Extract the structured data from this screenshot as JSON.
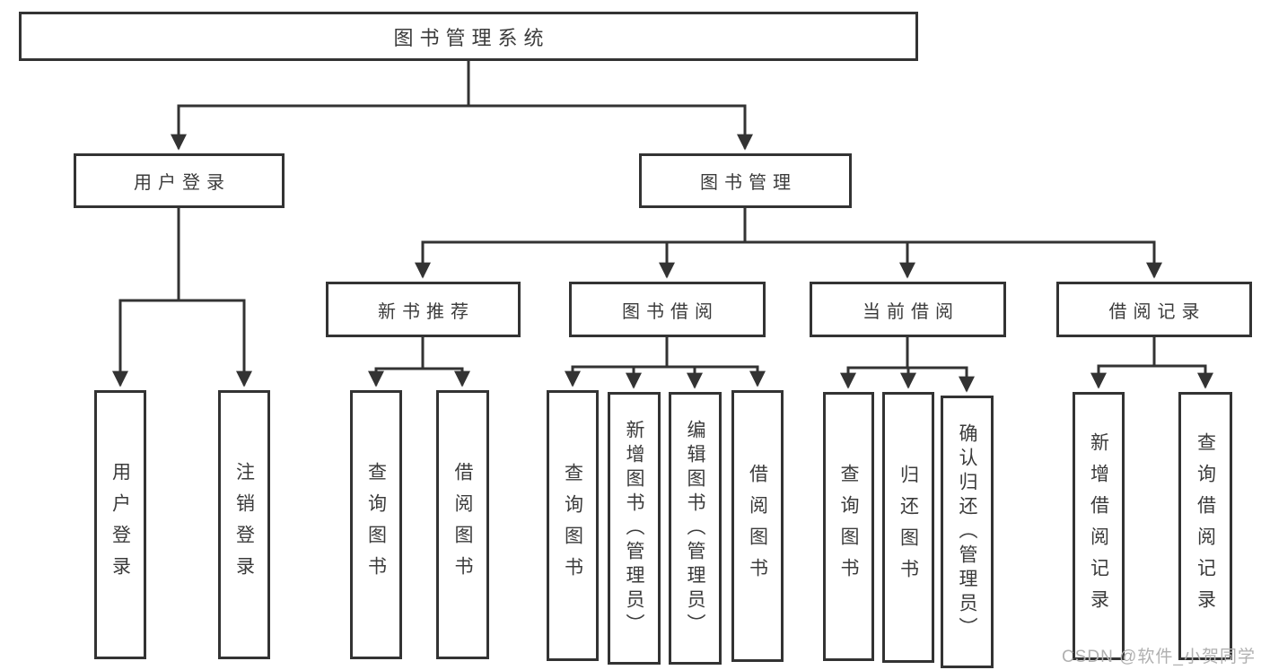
{
  "diagram_title": "图书管理系统",
  "tree": {
    "root": "图书管理系统",
    "branches": [
      {
        "label": "用户登录",
        "children": [
          "用户登录",
          "注销登录"
        ]
      },
      {
        "label": "图书管理",
        "sections": [
          {
            "label": "新书推荐",
            "children": [
              "查询图书",
              "借阅图书"
            ]
          },
          {
            "label": "图书借阅",
            "children": [
              "查询图书",
              "新增图书（管理员）",
              "编辑图书（管理员）",
              "借阅图书"
            ]
          },
          {
            "label": "当前借阅",
            "children": [
              "查询图书",
              "归还图书",
              "确认归还（管理员）"
            ]
          },
          {
            "label": "借阅记录",
            "children": [
              "新增借阅记录",
              "查询借阅记录"
            ]
          }
        ]
      }
    ]
  },
  "watermark": "CSDN @软件_小贺同学",
  "colors": {
    "line": "#333333",
    "box_border": "#333333",
    "box_fill": "#ffffff",
    "text": "#3b3b3b",
    "watermark": "#b0b0b0",
    "background": "#ffffff"
  }
}
